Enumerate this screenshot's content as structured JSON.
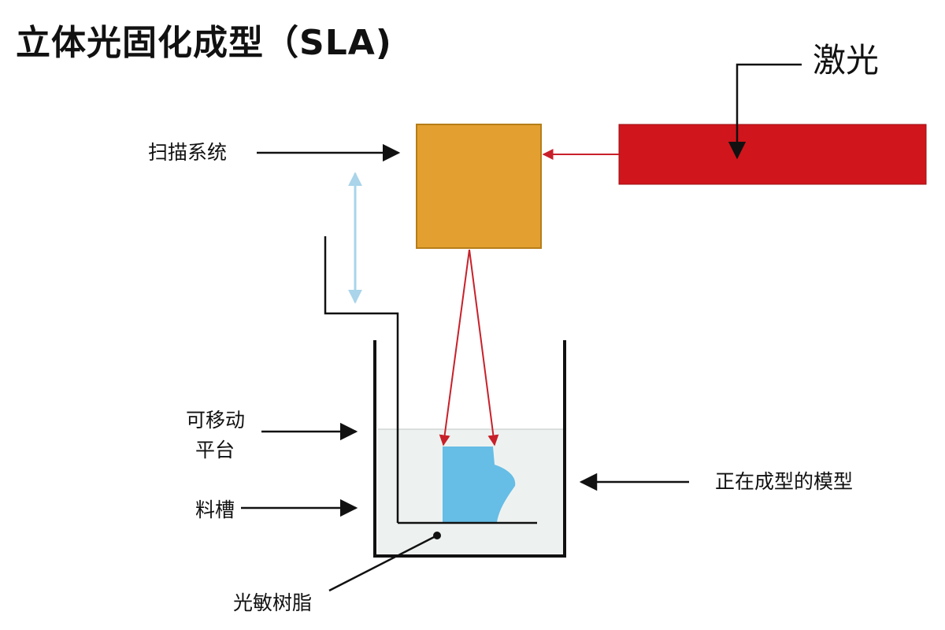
{
  "title": "立体光固化成型（SLA)",
  "labels": {
    "laser": "激光",
    "scan_system": "扫描系统",
    "platform_line1": "可移动",
    "platform_line2": "平台",
    "tank": "料槽",
    "model": "正在成型的模型",
    "resin": "光敏树脂"
  },
  "colors": {
    "laser_bar": "#d0151c",
    "scanner": "#e3a030",
    "scanner_border": "#b67d18",
    "beam": "#c8202a",
    "resin_fill": "#edf2f0",
    "model": "#66bde6",
    "movement_arrow": "#a9d4ea",
    "line": "#111111"
  }
}
